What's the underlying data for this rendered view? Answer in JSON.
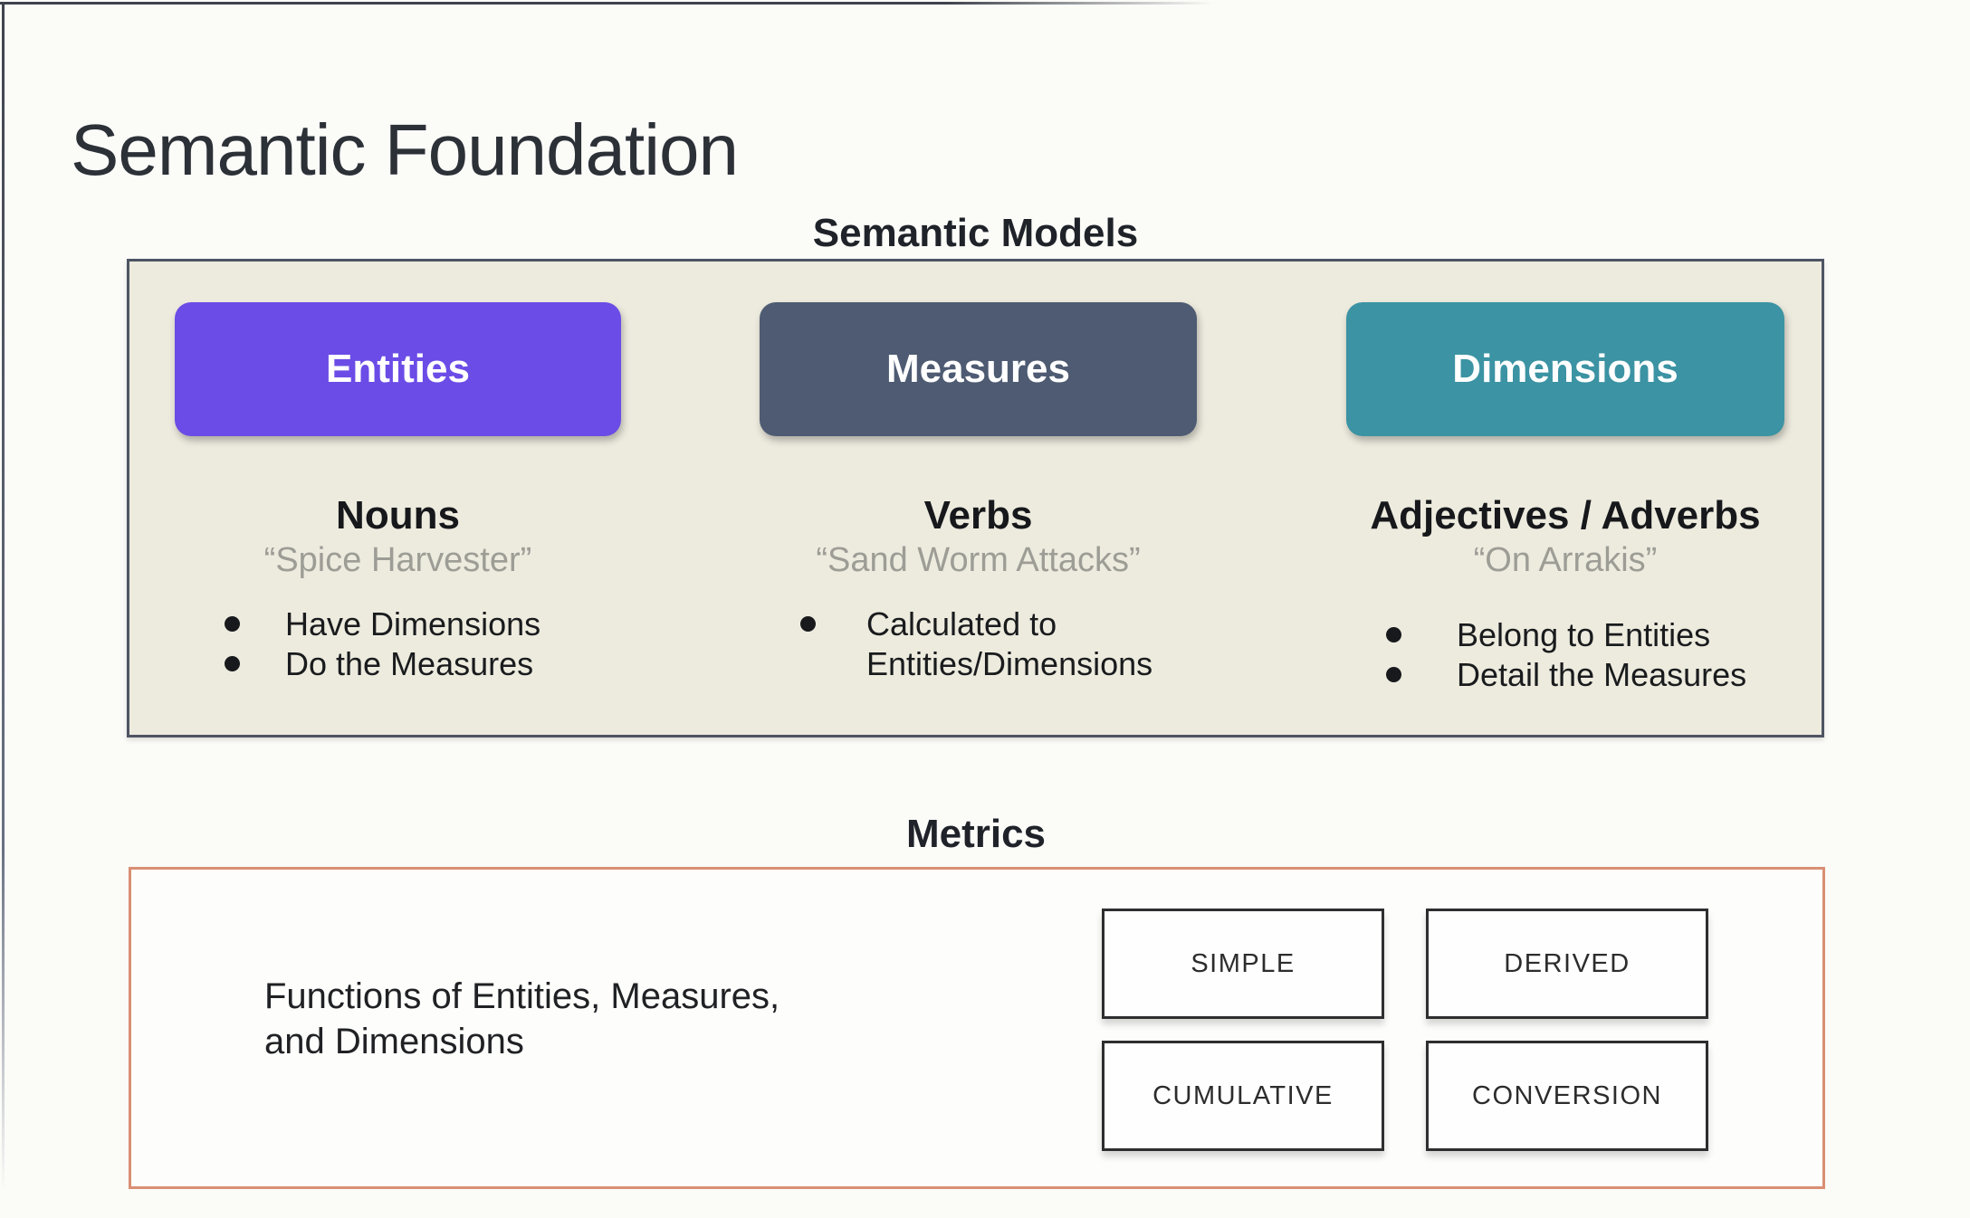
{
  "slide": {
    "title": "Semantic Foundation"
  },
  "semantic_models": {
    "label": "Semantic Models",
    "panel_bg": "#edebde",
    "panel_border_color": "#4d5564",
    "columns": [
      {
        "pill": "Entities",
        "pill_color": "#6b4ce6",
        "heading": "Nouns",
        "quote": "“Spice Harvester”",
        "bullets": [
          "Have Dimensions",
          "Do the Measures"
        ]
      },
      {
        "pill": "Measures",
        "pill_color": "#4e5b72",
        "heading": "Verbs",
        "quote": "“Sand Worm Attacks”",
        "bullets": [
          "Calculated to\nEntities/Dimensions"
        ]
      },
      {
        "pill": "Dimensions",
        "pill_color": "#3b93a3",
        "heading": "Adjectives / Adverbs",
        "quote": "“On Arrakis”",
        "bullets": [
          "Belong to Entities",
          "Detail the Measures"
        ]
      }
    ]
  },
  "metrics": {
    "label": "Metrics",
    "border_color": "#d98f73",
    "description": "Functions of Entities, Measures,\nand Dimensions",
    "types": [
      "SIMPLE",
      "DERIVED",
      "CUMULATIVE",
      "CONVERSION"
    ]
  }
}
